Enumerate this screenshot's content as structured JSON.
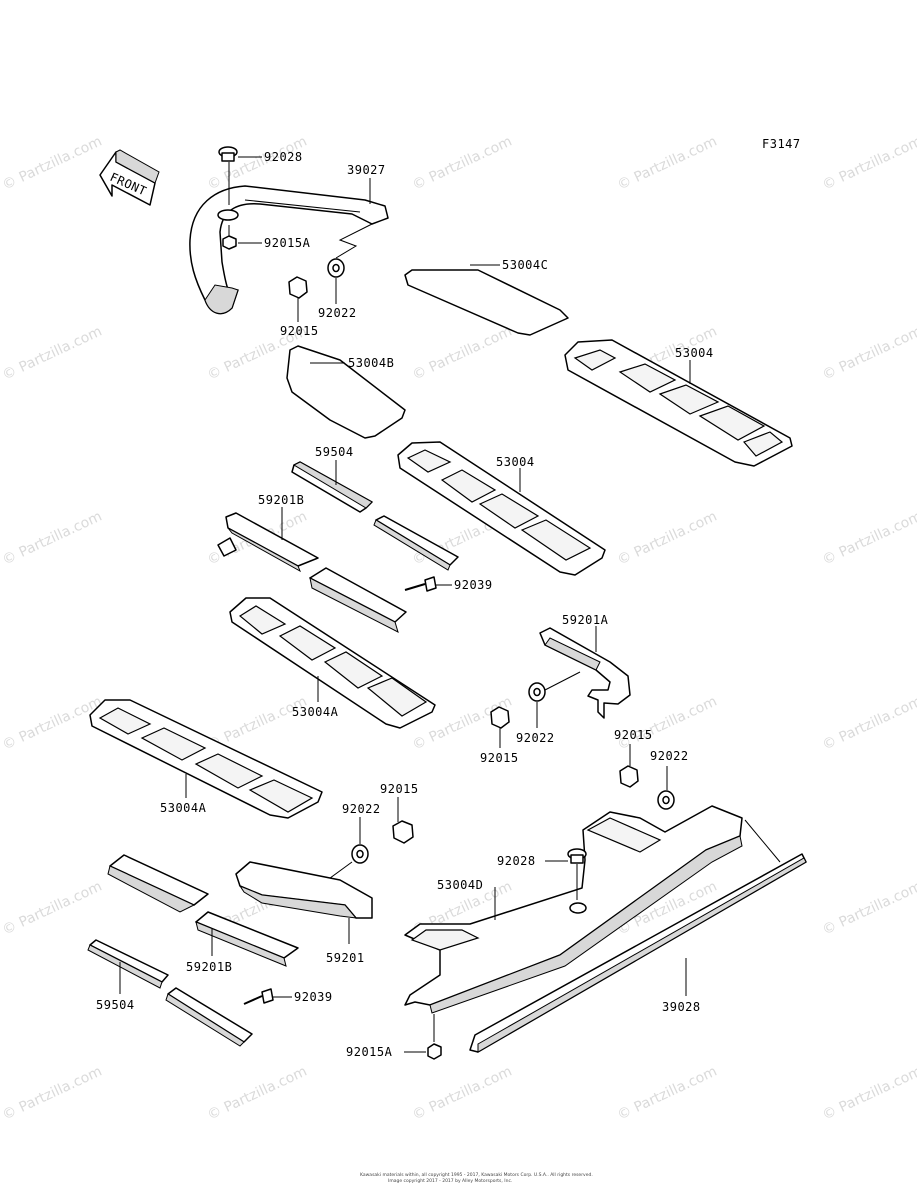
{
  "figure_code": "F3147",
  "front_label": "FRONT",
  "watermark": "© Partzilla.com",
  "copyright_line1": "Kawasaki materials within, all copyright 1995 - 2017, Kawasaki Motors Corp. U.S.A.. All rights reserved.",
  "copyright_line2": "Image copyright 2017 - 2017 by Alley Motorsports, Inc.",
  "parts": {
    "p92028_top": "92028",
    "p39027": "39027",
    "p92015a_top": "92015A",
    "p53004c": "53004C",
    "p92022_top": "92022",
    "p92015_top": "92015",
    "p53004b": "53004B",
    "p53004_right": "53004",
    "p59504_top": "59504",
    "p53004_mid": "53004",
    "p59201b_top": "59201B",
    "p92039_top": "92039",
    "p59201a": "59201A",
    "p53004a_mid": "53004A",
    "p92015_mid": "92015",
    "p92022_mid": "92022",
    "p92015_right": "92015",
    "p92022_right": "92022",
    "p53004a_left": "53004A",
    "p92015_low": "92015",
    "p92022_low": "92022",
    "p92028_low": "92028",
    "p53004d": "53004D",
    "p59201": "59201",
    "p59201b_low": "59201B",
    "p39028": "39028",
    "p59504_low": "59504",
    "p92039_low": "92039",
    "p92015a_low": "92015A"
  }
}
